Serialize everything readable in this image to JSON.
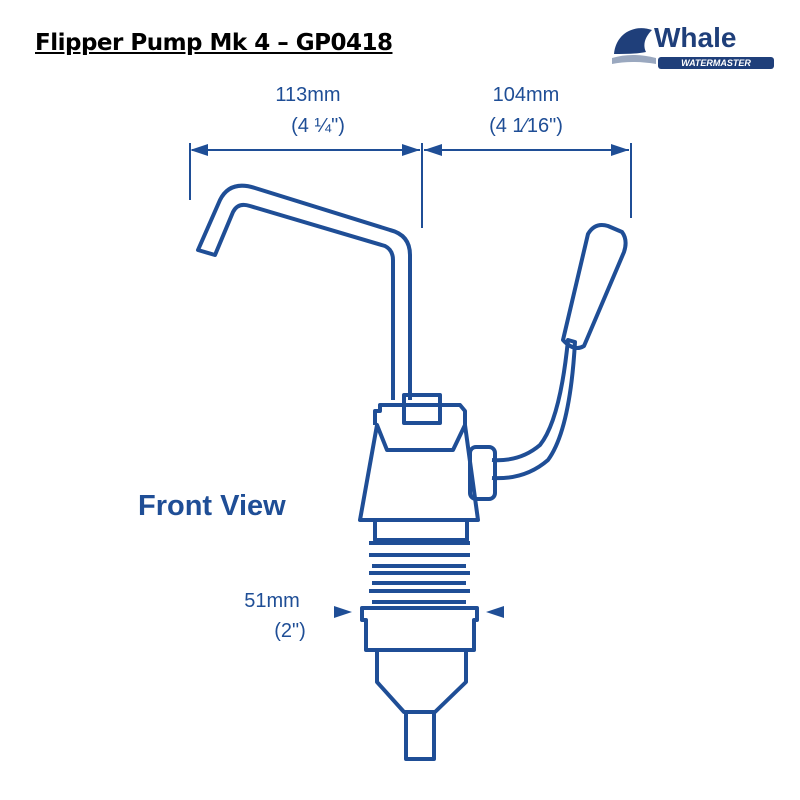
{
  "title": "Flipper Pump Mk 4 – GP0418",
  "logo": {
    "brand": "Whale",
    "sub": "WATERMASTER"
  },
  "dimensions": {
    "spout_reach": {
      "metric": "113mm",
      "imperial": "(4 ¼\")"
    },
    "handle_reach": {
      "metric": "104mm",
      "imperial": "(4 1⁄16\")"
    },
    "base_diameter": {
      "metric": "51mm",
      "imperial": "(2\")"
    }
  },
  "view_label": "Front View",
  "colors": {
    "line": "#1f4e96",
    "title": "#000000"
  }
}
